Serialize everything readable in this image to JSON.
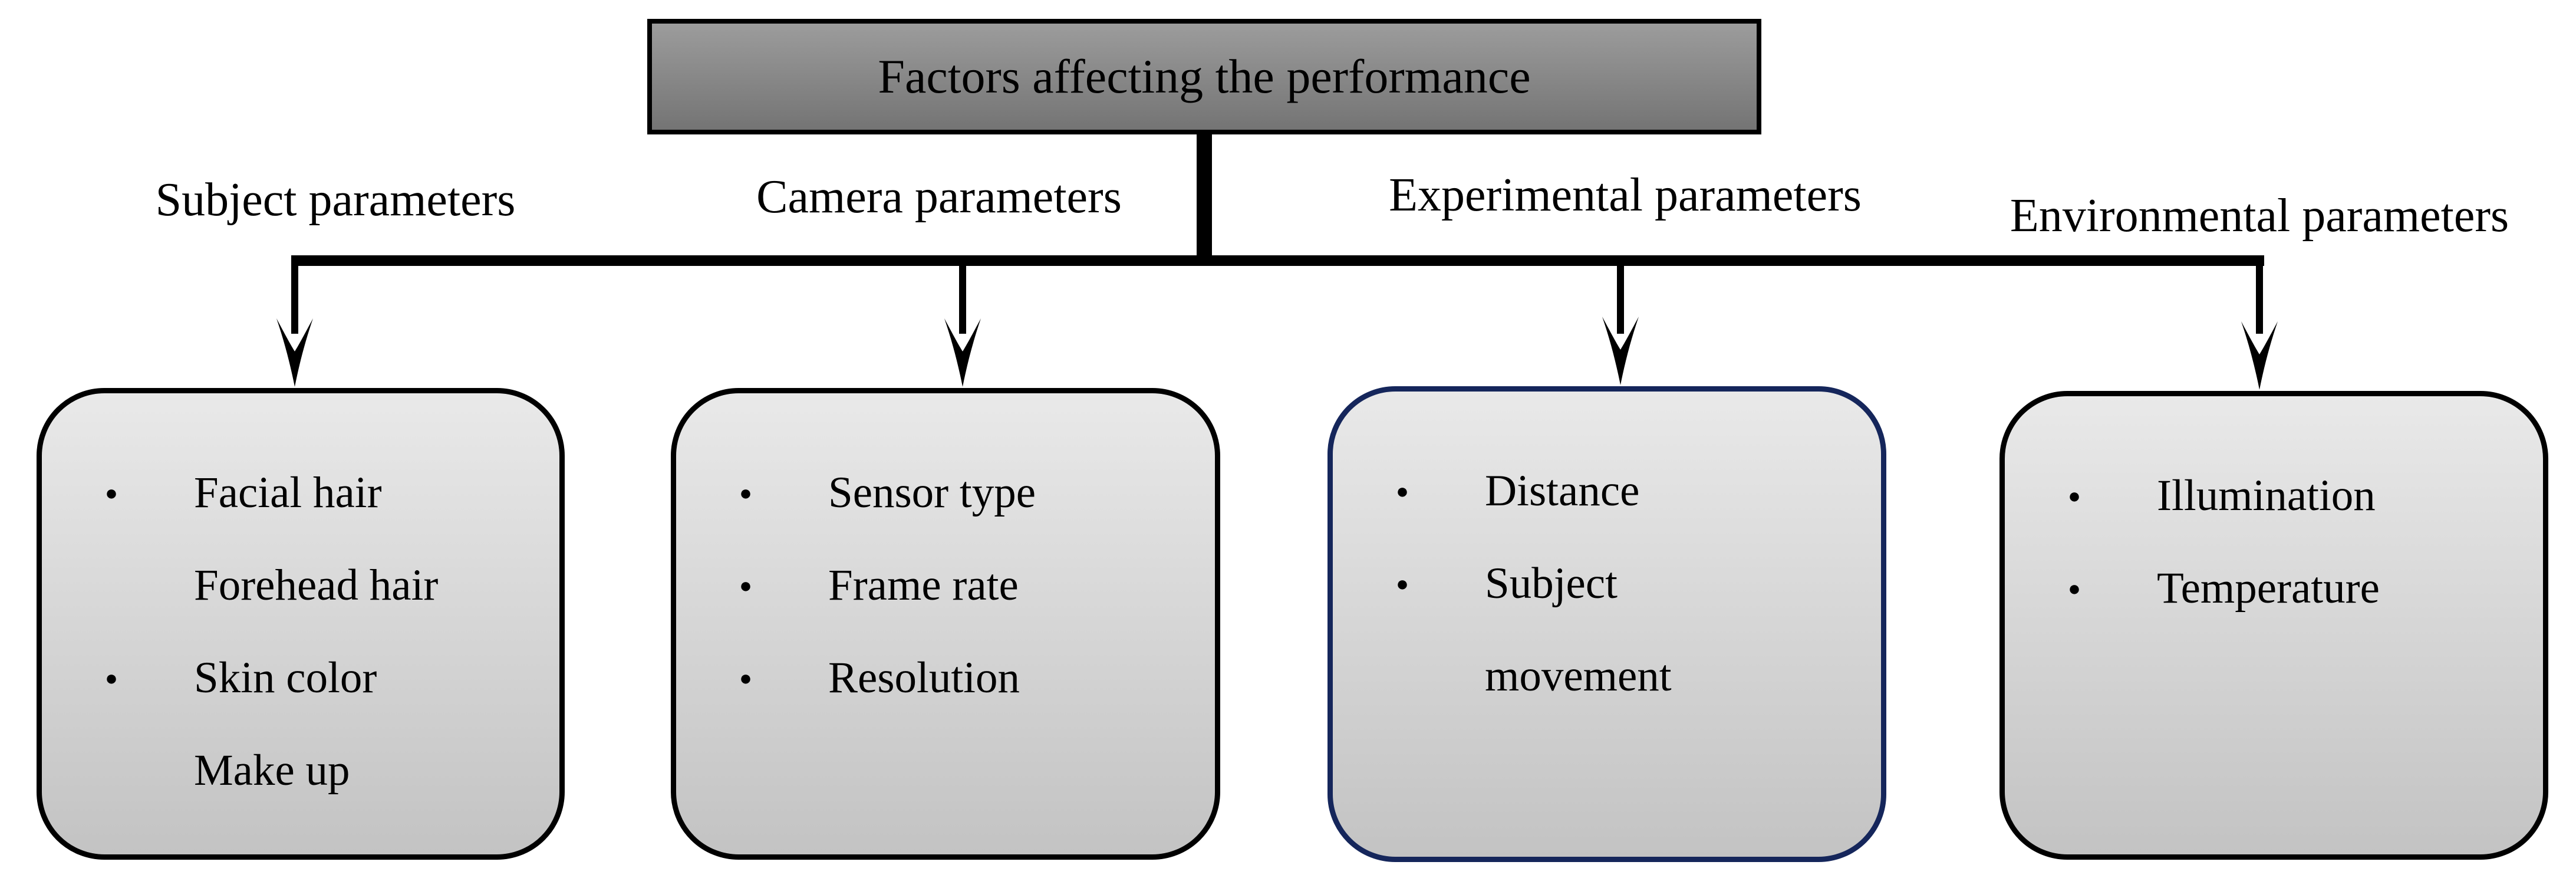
{
  "title": "Factors affecting the performance",
  "colors": {
    "title_fill_top": "#9c9c9c",
    "title_fill_bottom": "#747474",
    "box_fill_top": "#e9e9e9",
    "box_fill_bottom": "#c3c3c3",
    "connector": "#000000",
    "default_box_border": "#000000",
    "experimental_box_border": "#15265b"
  },
  "branches": [
    {
      "label": "Subject parameters",
      "box_style": "",
      "items": [
        {
          "marker": "●",
          "text": "Facial hair"
        },
        {
          "marker": "",
          "text": "Forehead hair"
        },
        {
          "marker": "●",
          "text": "Skin color"
        },
        {
          "marker": "",
          "text": "Make up"
        }
      ]
    },
    {
      "label": "Camera parameters",
      "box_style": "",
      "items": [
        {
          "marker": "●",
          "text": "Sensor type"
        },
        {
          "marker": "●",
          "text": "Frame rate"
        },
        {
          "marker": "●",
          "text": "Resolution"
        }
      ]
    },
    {
      "label": "Experimental parameters",
      "box_style": "border-color:#15265b",
      "items": [
        {
          "marker": "●",
          "text": "Distance"
        },
        {
          "marker": "●",
          "text": "Subject"
        },
        {
          "marker": "",
          "text": "movement"
        }
      ]
    },
    {
      "label": "Environmental parameters",
      "box_style": "",
      "items": [
        {
          "marker": "●",
          "text": "Illumination"
        },
        {
          "marker": "●",
          "text": "Temperature"
        }
      ]
    }
  ]
}
